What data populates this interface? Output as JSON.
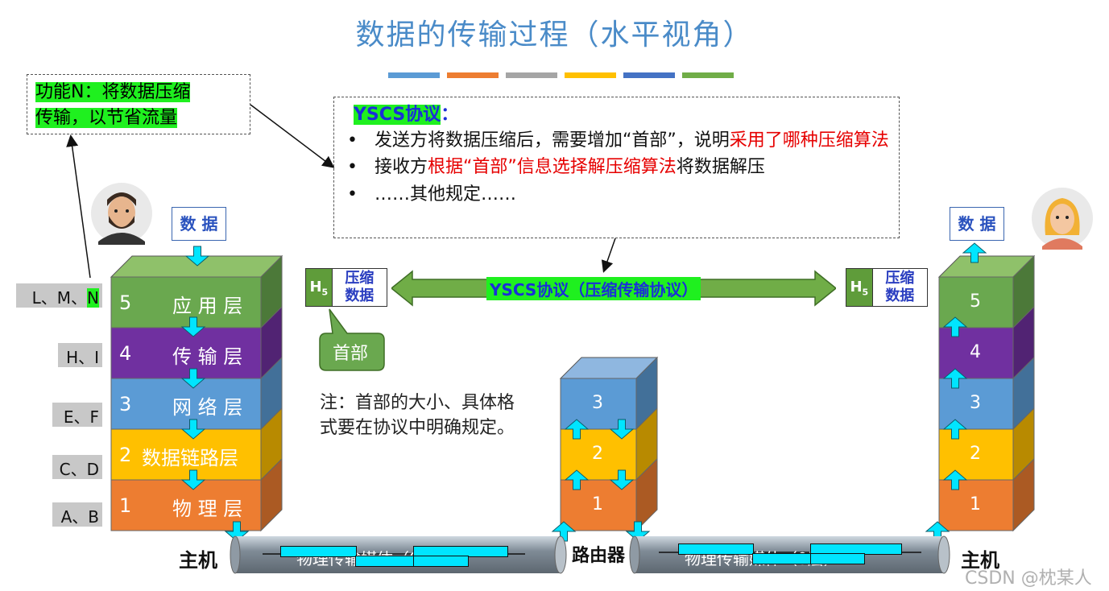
{
  "title": "数据的传输过程（水平视角）",
  "color_bar": [
    "#5b9bd5",
    "#ed7d31",
    "#a5a5a5",
    "#ffc000",
    "#4472c4",
    "#70ad47"
  ],
  "function_note": {
    "line1": "功能N：将数据压缩",
    "line2": "传输，以节省流量"
  },
  "protocol_note": {
    "heading": "YSCS协议",
    "heading_colon": "：",
    "b1_black": "发送方将数据压缩后，需要增加“首部”，说明",
    "b1_red": "采用了哪种压缩算法",
    "b2_black1": "接收方",
    "b2_red": "根据“首部”信息选择解压缩算法",
    "b2_black2": "将数据解压",
    "b3": "……其他规定……"
  },
  "data_label": "数 据",
  "left_labels": [
    {
      "text": "L、M、",
      "highlight": "N"
    },
    {
      "text": "H、I"
    },
    {
      "text": "E、F"
    },
    {
      "text": "C、D"
    },
    {
      "text": "A、B"
    }
  ],
  "left_stack": [
    {
      "num": "5",
      "name": "应 用 层",
      "color": "#6aa84f"
    },
    {
      "num": "4",
      "name": "传 输 层",
      "color": "#7030a0"
    },
    {
      "num": "3",
      "name": "网 络 层",
      "color": "#5b9bd5"
    },
    {
      "num": "2",
      "name": "数据链路层",
      "color": "#ffc000"
    },
    {
      "num": "1",
      "name": "物 理 层",
      "color": "#ed7d31"
    }
  ],
  "router_stack": [
    "3",
    "2",
    "1"
  ],
  "right_stack": [
    "5",
    "4",
    "3",
    "2",
    "1"
  ],
  "h5_label": "H",
  "h5_sub": "5",
  "compressed": "压缩数据",
  "protocol_arrow_label": "YSCS协议（压缩传输协议）",
  "header_callout": "首部",
  "note_text": "注：首部的大小、具体格式要在协议中明确规定。",
  "medium_label": "物理传输媒体（0层）",
  "host_label": "主机",
  "router_label": "路由器",
  "watermark": "CSDN @枕某人"
}
